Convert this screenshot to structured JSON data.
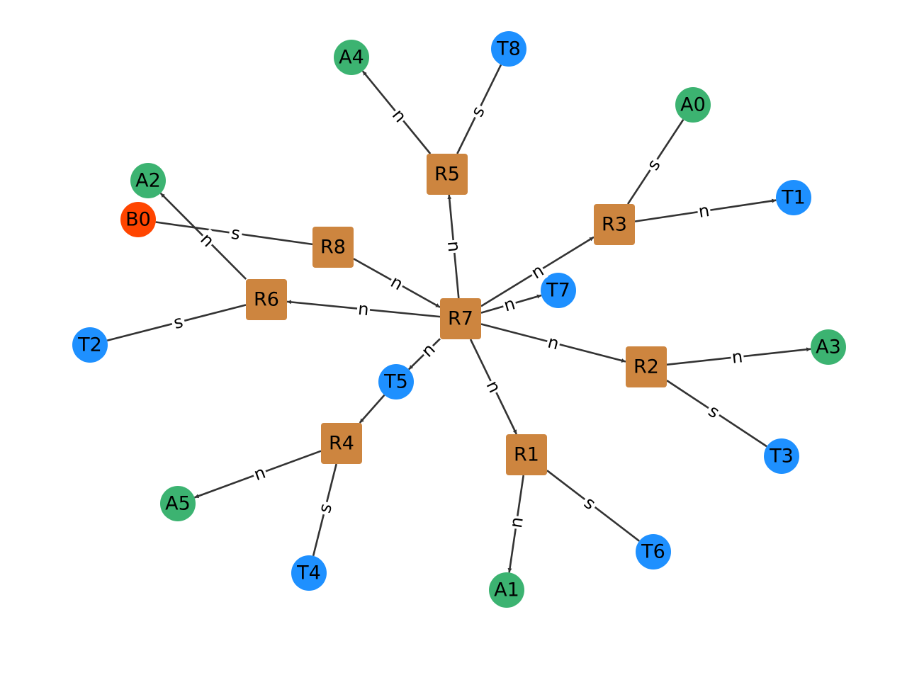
{
  "colors": {
    "router": "#cd853f",
    "terminal": "#1e90ff",
    "access": "#3cb371",
    "base": "#ff4500",
    "edge": "#333333",
    "label_bg": "#ffffff"
  },
  "nodes": [
    {
      "id": "R7",
      "label": "R7",
      "kind": "router"
    },
    {
      "id": "R5",
      "label": "R5",
      "kind": "router"
    },
    {
      "id": "R3",
      "label": "R3",
      "kind": "router"
    },
    {
      "id": "R8",
      "label": "R8",
      "kind": "router"
    },
    {
      "id": "R6",
      "label": "R6",
      "kind": "router"
    },
    {
      "id": "R2",
      "label": "R2",
      "kind": "router"
    },
    {
      "id": "R4",
      "label": "R4",
      "kind": "router"
    },
    {
      "id": "R1",
      "label": "R1",
      "kind": "router"
    },
    {
      "id": "A4",
      "label": "A4",
      "kind": "access"
    },
    {
      "id": "T8",
      "label": "T8",
      "kind": "terminal"
    },
    {
      "id": "A0",
      "label": "A0",
      "kind": "access"
    },
    {
      "id": "T1",
      "label": "T1",
      "kind": "terminal"
    },
    {
      "id": "A2",
      "label": "A2",
      "kind": "access"
    },
    {
      "id": "B0",
      "label": "B0",
      "kind": "base"
    },
    {
      "id": "T7",
      "label": "T7",
      "kind": "terminal"
    },
    {
      "id": "T2",
      "label": "T2",
      "kind": "terminal"
    },
    {
      "id": "A3",
      "label": "A3",
      "kind": "access"
    },
    {
      "id": "T5",
      "label": "T5",
      "kind": "terminal"
    },
    {
      "id": "T3",
      "label": "T3",
      "kind": "terminal"
    },
    {
      "id": "A5",
      "label": "A5",
      "kind": "access"
    },
    {
      "id": "T4",
      "label": "T4",
      "kind": "terminal"
    },
    {
      "id": "T6",
      "label": "T6",
      "kind": "terminal"
    },
    {
      "id": "A1",
      "label": "A1",
      "kind": "access"
    }
  ],
  "edges": [
    {
      "from": "R7",
      "to": "R5",
      "label": "n",
      "arrow": true
    },
    {
      "from": "R7",
      "to": "R3",
      "label": "n",
      "arrow": true
    },
    {
      "from": "R7",
      "to": "T7",
      "label": "n",
      "arrow": true
    },
    {
      "from": "R7",
      "to": "R6",
      "label": "n",
      "arrow": true
    },
    {
      "from": "R8",
      "to": "R7",
      "label": "n",
      "arrow": true
    },
    {
      "from": "R7",
      "to": "R2",
      "label": "n",
      "arrow": true
    },
    {
      "from": "R7",
      "to": "T5",
      "label": "n",
      "arrow": true
    },
    {
      "from": "R7",
      "to": "R1",
      "label": "n",
      "arrow": true
    },
    {
      "from": "R5",
      "to": "A4",
      "label": "n",
      "arrow": true
    },
    {
      "from": "R5",
      "to": "T8",
      "label": "s",
      "arrow": false
    },
    {
      "from": "R3",
      "to": "A0",
      "label": "s",
      "arrow": false
    },
    {
      "from": "R3",
      "to": "T1",
      "label": "n",
      "arrow": true
    },
    {
      "from": "R8",
      "to": "B0",
      "label": "s",
      "arrow": false
    },
    {
      "from": "R6",
      "to": "A2",
      "label": "n",
      "arrow": true
    },
    {
      "from": "R6",
      "to": "T2",
      "label": "s",
      "arrow": false
    },
    {
      "from": "R2",
      "to": "A3",
      "label": "n",
      "arrow": true
    },
    {
      "from": "R2",
      "to": "T3",
      "label": "s",
      "arrow": false
    },
    {
      "from": "T5",
      "to": "R4",
      "label": "",
      "arrow": true
    },
    {
      "from": "R4",
      "to": "A5",
      "label": "n",
      "arrow": true
    },
    {
      "from": "R4",
      "to": "T4",
      "label": "s",
      "arrow": false
    },
    {
      "from": "R1",
      "to": "A1",
      "label": "n",
      "arrow": true
    },
    {
      "from": "R1",
      "to": "T6",
      "label": "s",
      "arrow": false
    }
  ]
}
